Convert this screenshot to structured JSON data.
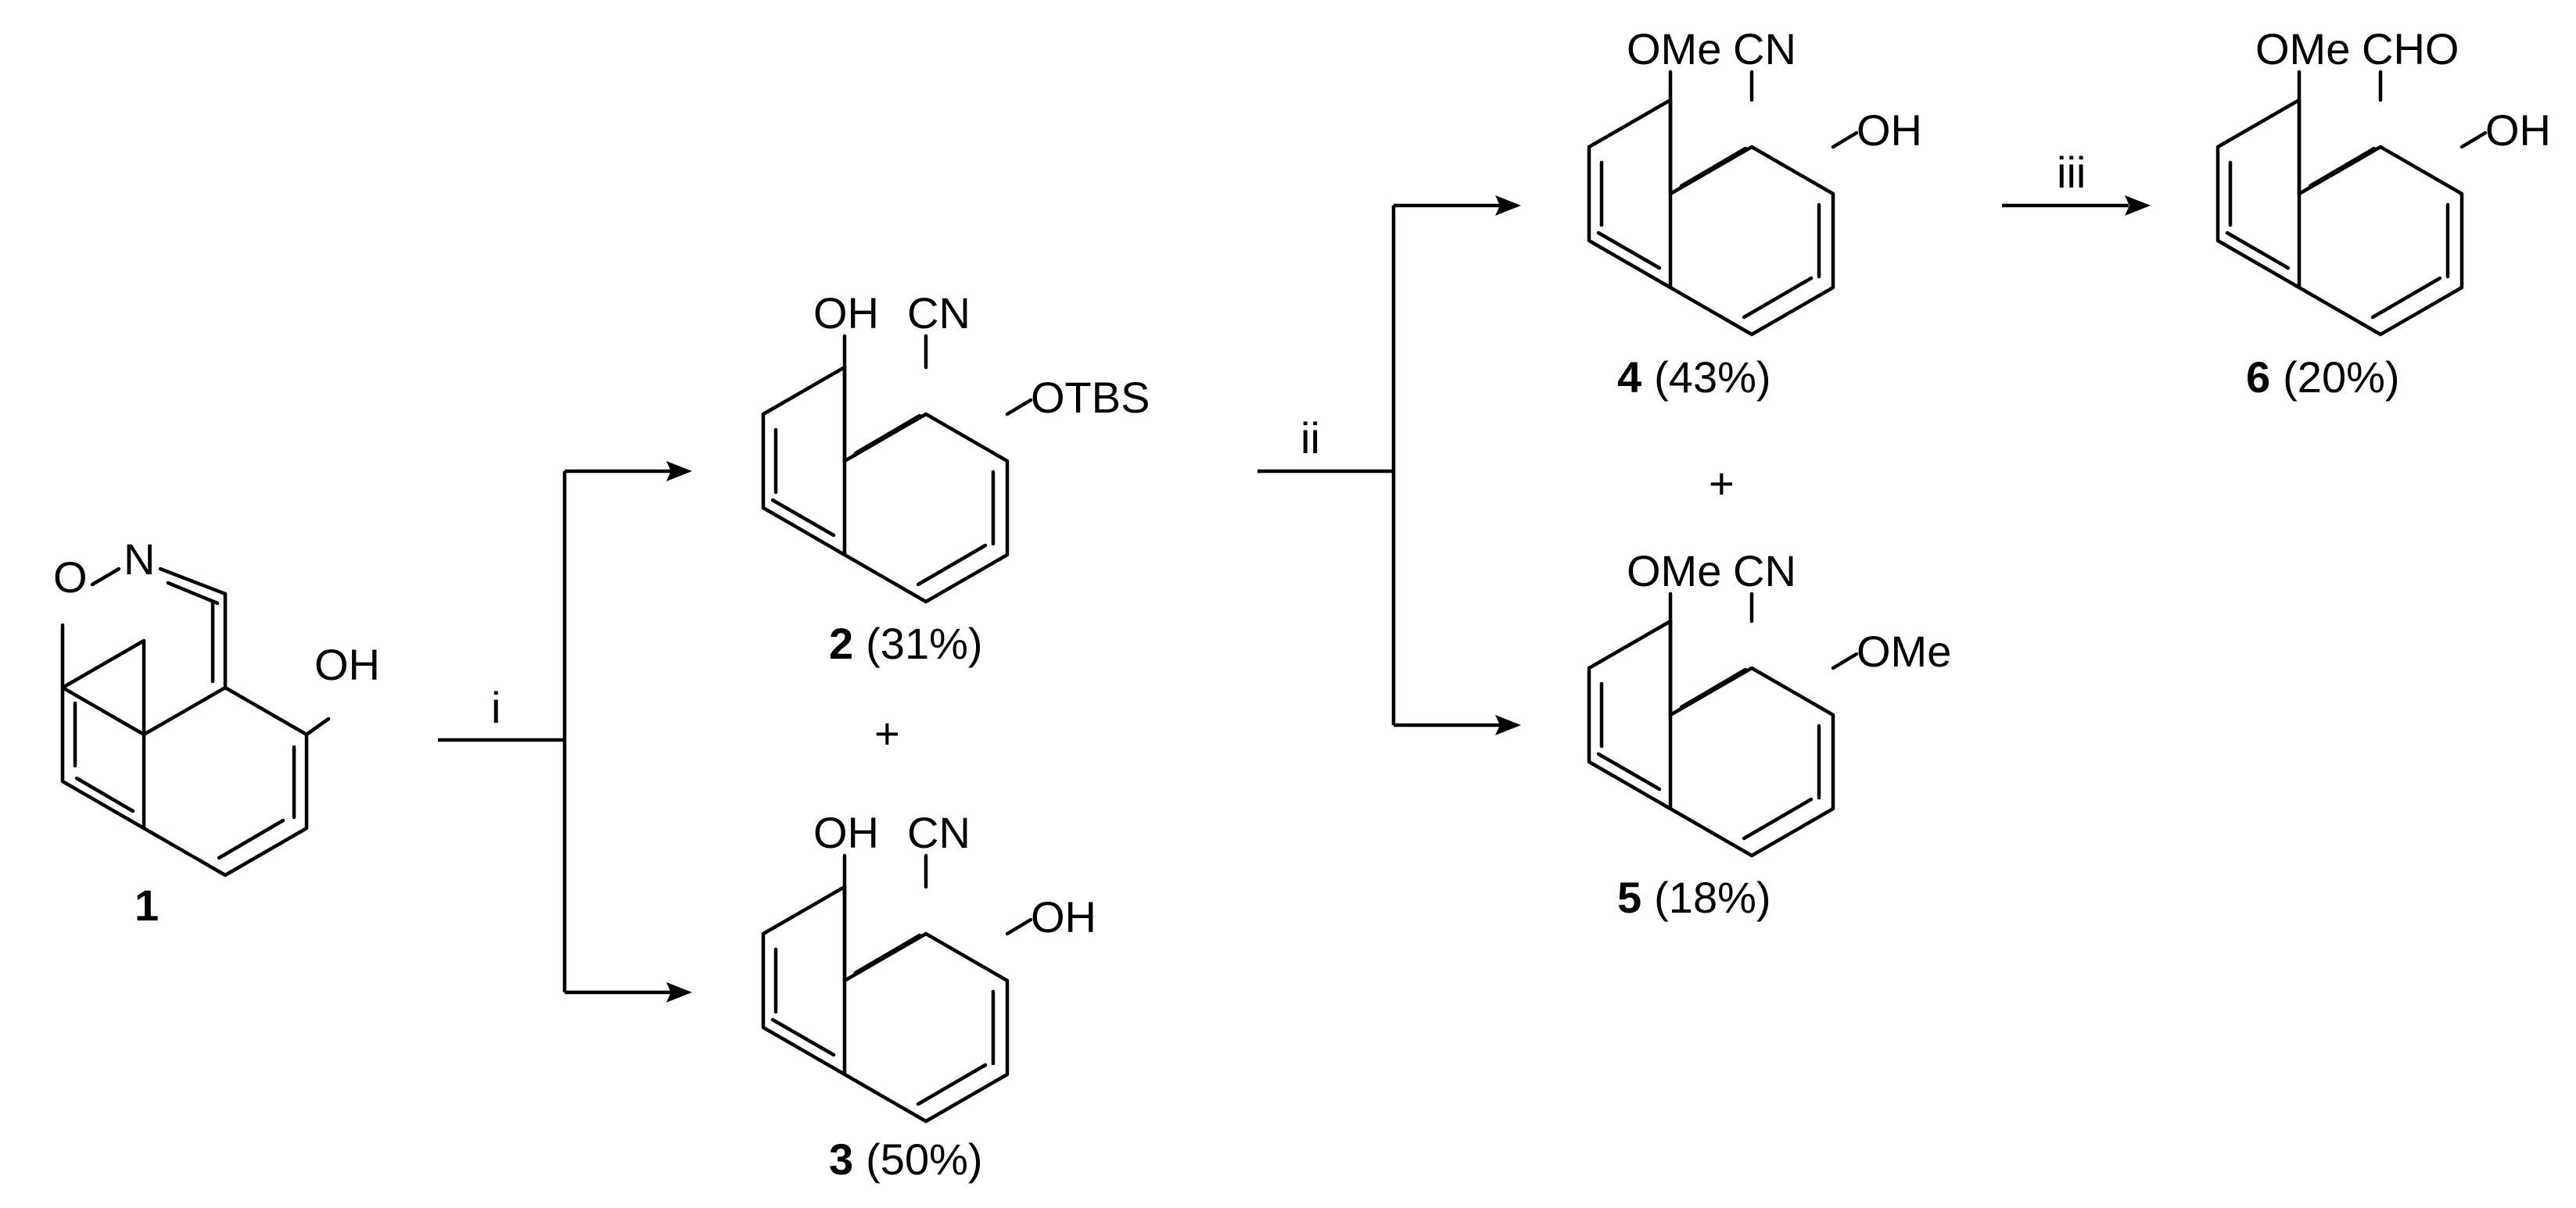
{
  "compounds": [
    {
      "id": "1",
      "number": "1",
      "yield": "",
      "substituents": {
        "ring_o": "O",
        "ring_n": "N",
        "oh": "OH"
      }
    },
    {
      "id": "2",
      "number": "2",
      "yield": "(31%)",
      "substituents": {
        "peri": "OH",
        "c1": "CN",
        "c2": "OTBS"
      }
    },
    {
      "id": "3",
      "number": "3",
      "yield": "(50%)",
      "substituents": {
        "peri": "OH",
        "c1": "CN",
        "c2": "OH"
      }
    },
    {
      "id": "4",
      "number": "4",
      "yield": "(43%)",
      "substituents": {
        "peri": "OMe",
        "c1": "CN",
        "c2": "OH"
      }
    },
    {
      "id": "5",
      "number": "5",
      "yield": "(18%)",
      "substituents": {
        "peri": "OMe",
        "c1": "CN",
        "c2": "OMe"
      }
    },
    {
      "id": "6",
      "number": "6",
      "yield": "(20%)",
      "substituents": {
        "peri": "OMe",
        "c1": "CHO",
        "c2": "OH"
      }
    }
  ],
  "steps": [
    {
      "id": "i",
      "label": "i"
    },
    {
      "id": "ii",
      "label": "ii"
    },
    {
      "id": "iii",
      "label": "iii"
    }
  ],
  "plus_signs": [
    "+",
    "+"
  ]
}
